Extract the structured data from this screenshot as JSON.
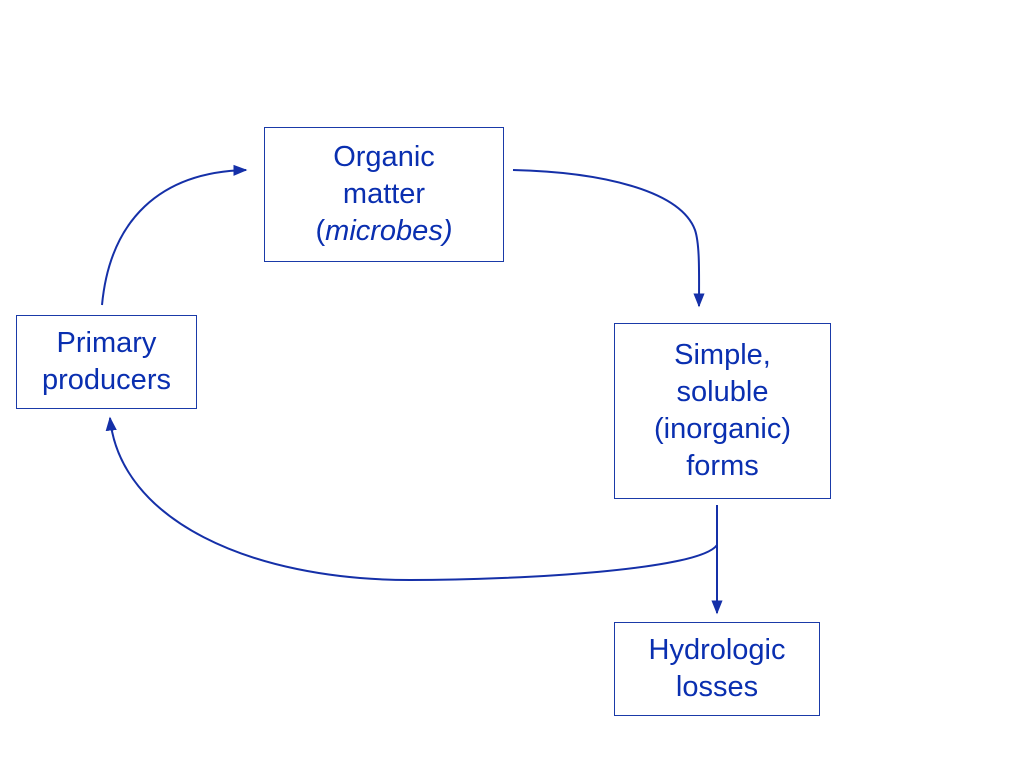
{
  "colors": {
    "text": "#0a2fb0",
    "border": "#1a3aa8",
    "arrow": "#1530a8",
    "background": "#ffffff"
  },
  "nodes": {
    "organic_matter": {
      "line1": "Organic",
      "line2": "matter",
      "line3_open": "(",
      "line3_italic": "microbes)"
    },
    "primary_producers": {
      "line1": "Primary",
      "line2": "producers"
    },
    "simple_soluble": {
      "line1": "Simple,",
      "line2": "soluble",
      "line3": "(inorganic)",
      "line4": "forms"
    },
    "hydrologic_losses": {
      "line1": "Hydrologic",
      "line2": "losses"
    }
  }
}
